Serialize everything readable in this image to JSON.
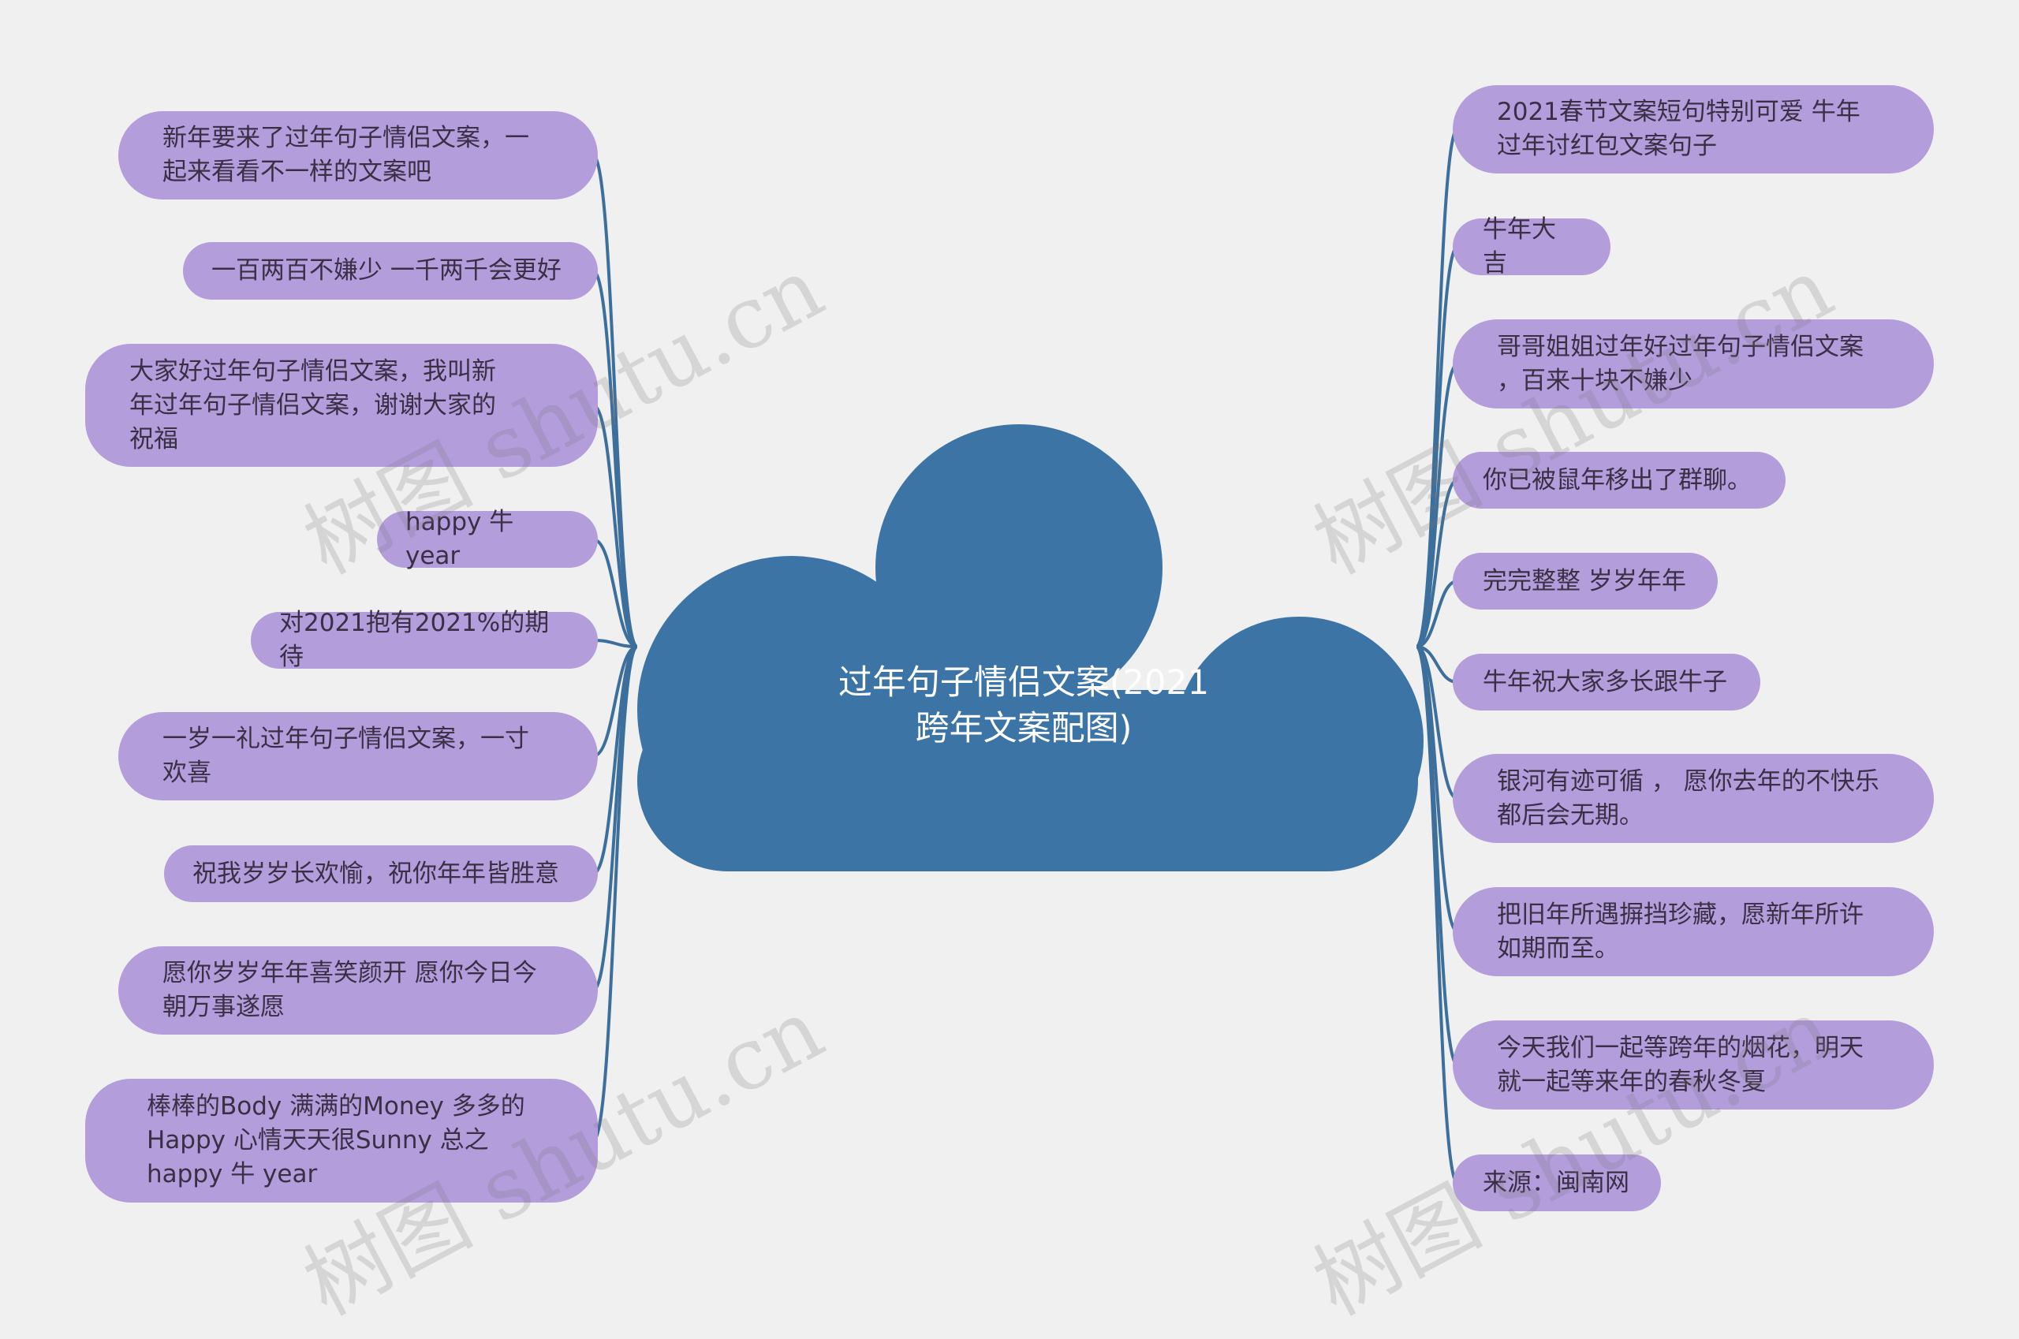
{
  "center": {
    "line1": "过年句子情侣文案(2021",
    "line2": "跨年文案配图)"
  },
  "watermark": "树图 shutu.cn",
  "colors": {
    "background": "#f0f0f0",
    "cloud": "#3d74a6",
    "node": "#b39ddb",
    "connector": "#3d6f9c"
  },
  "left_nodes": [
    "新年要来了过年句子情侣文案，一\n起来看看不一样的文案吧",
    "一百两百不嫌少 一千两千会更好",
    "大家好过年句子情侣文案，我叫新\n年过年句子情侣文案，谢谢大家的\n祝福",
    "happy 牛 year",
    "对2021抱有2021%的期待",
    "一岁一礼过年句子情侣文案，一寸\n欢喜",
    "祝我岁岁长欢愉，祝你年年皆胜意",
    "愿你岁岁年年喜笑颜开 愿你今日今\n朝万事遂愿",
    "棒棒的Body 满满的Money 多多的\nHappy 心情天天很Sunny 总之\nhappy 牛 year"
  ],
  "right_nodes": [
    "2021春节文案短句特别可爱 牛年\n过年讨红包文案句子",
    "牛年大吉",
    "哥哥姐姐过年好过年句子情侣文案\n，百来十块不嫌少",
    "你已被鼠年移出了群聊。",
    "完完整整 岁岁年年",
    "牛年祝大家多长跟牛子",
    "银河有迹可循 ， 愿你去年的不快乐\n都后会无期。",
    "把旧年所遇摒挡珍藏，愿新年所许\n如期而至。",
    "今天我们一起等跨年的烟花，明天\n就一起等来年的春秋冬夏",
    "来源：闽南网"
  ]
}
